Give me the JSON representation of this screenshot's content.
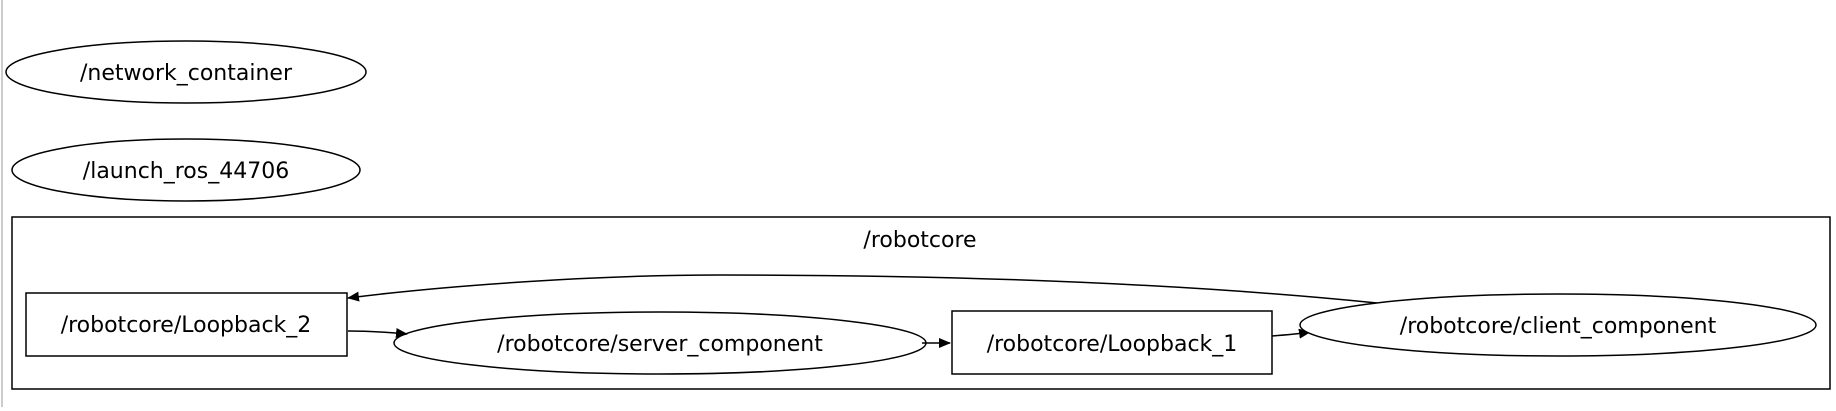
{
  "graph": {
    "nodes": {
      "network_container": "/network_container",
      "launch_ros": "/launch_ros_44706",
      "loopback_2": "/robotcore/Loopback_2",
      "server_component": "/robotcore/server_component",
      "loopback_1": "/robotcore/Loopback_1",
      "client_component": "/robotcore/client_component"
    },
    "cluster": {
      "label": "/robotcore"
    },
    "edges": [
      {
        "from": "/robotcore/Loopback_2",
        "to": "/robotcore/server_component"
      },
      {
        "from": "/robotcore/server_component",
        "to": "/robotcore/Loopback_1"
      },
      {
        "from": "/robotcore/Loopback_1",
        "to": "/robotcore/client_component"
      },
      {
        "from": "/robotcore/client_component",
        "to": "/robotcore/Loopback_2"
      }
    ]
  },
  "colors": {
    "stroke": "#000000",
    "background": "#ffffff",
    "frame": "#cccccc"
  }
}
